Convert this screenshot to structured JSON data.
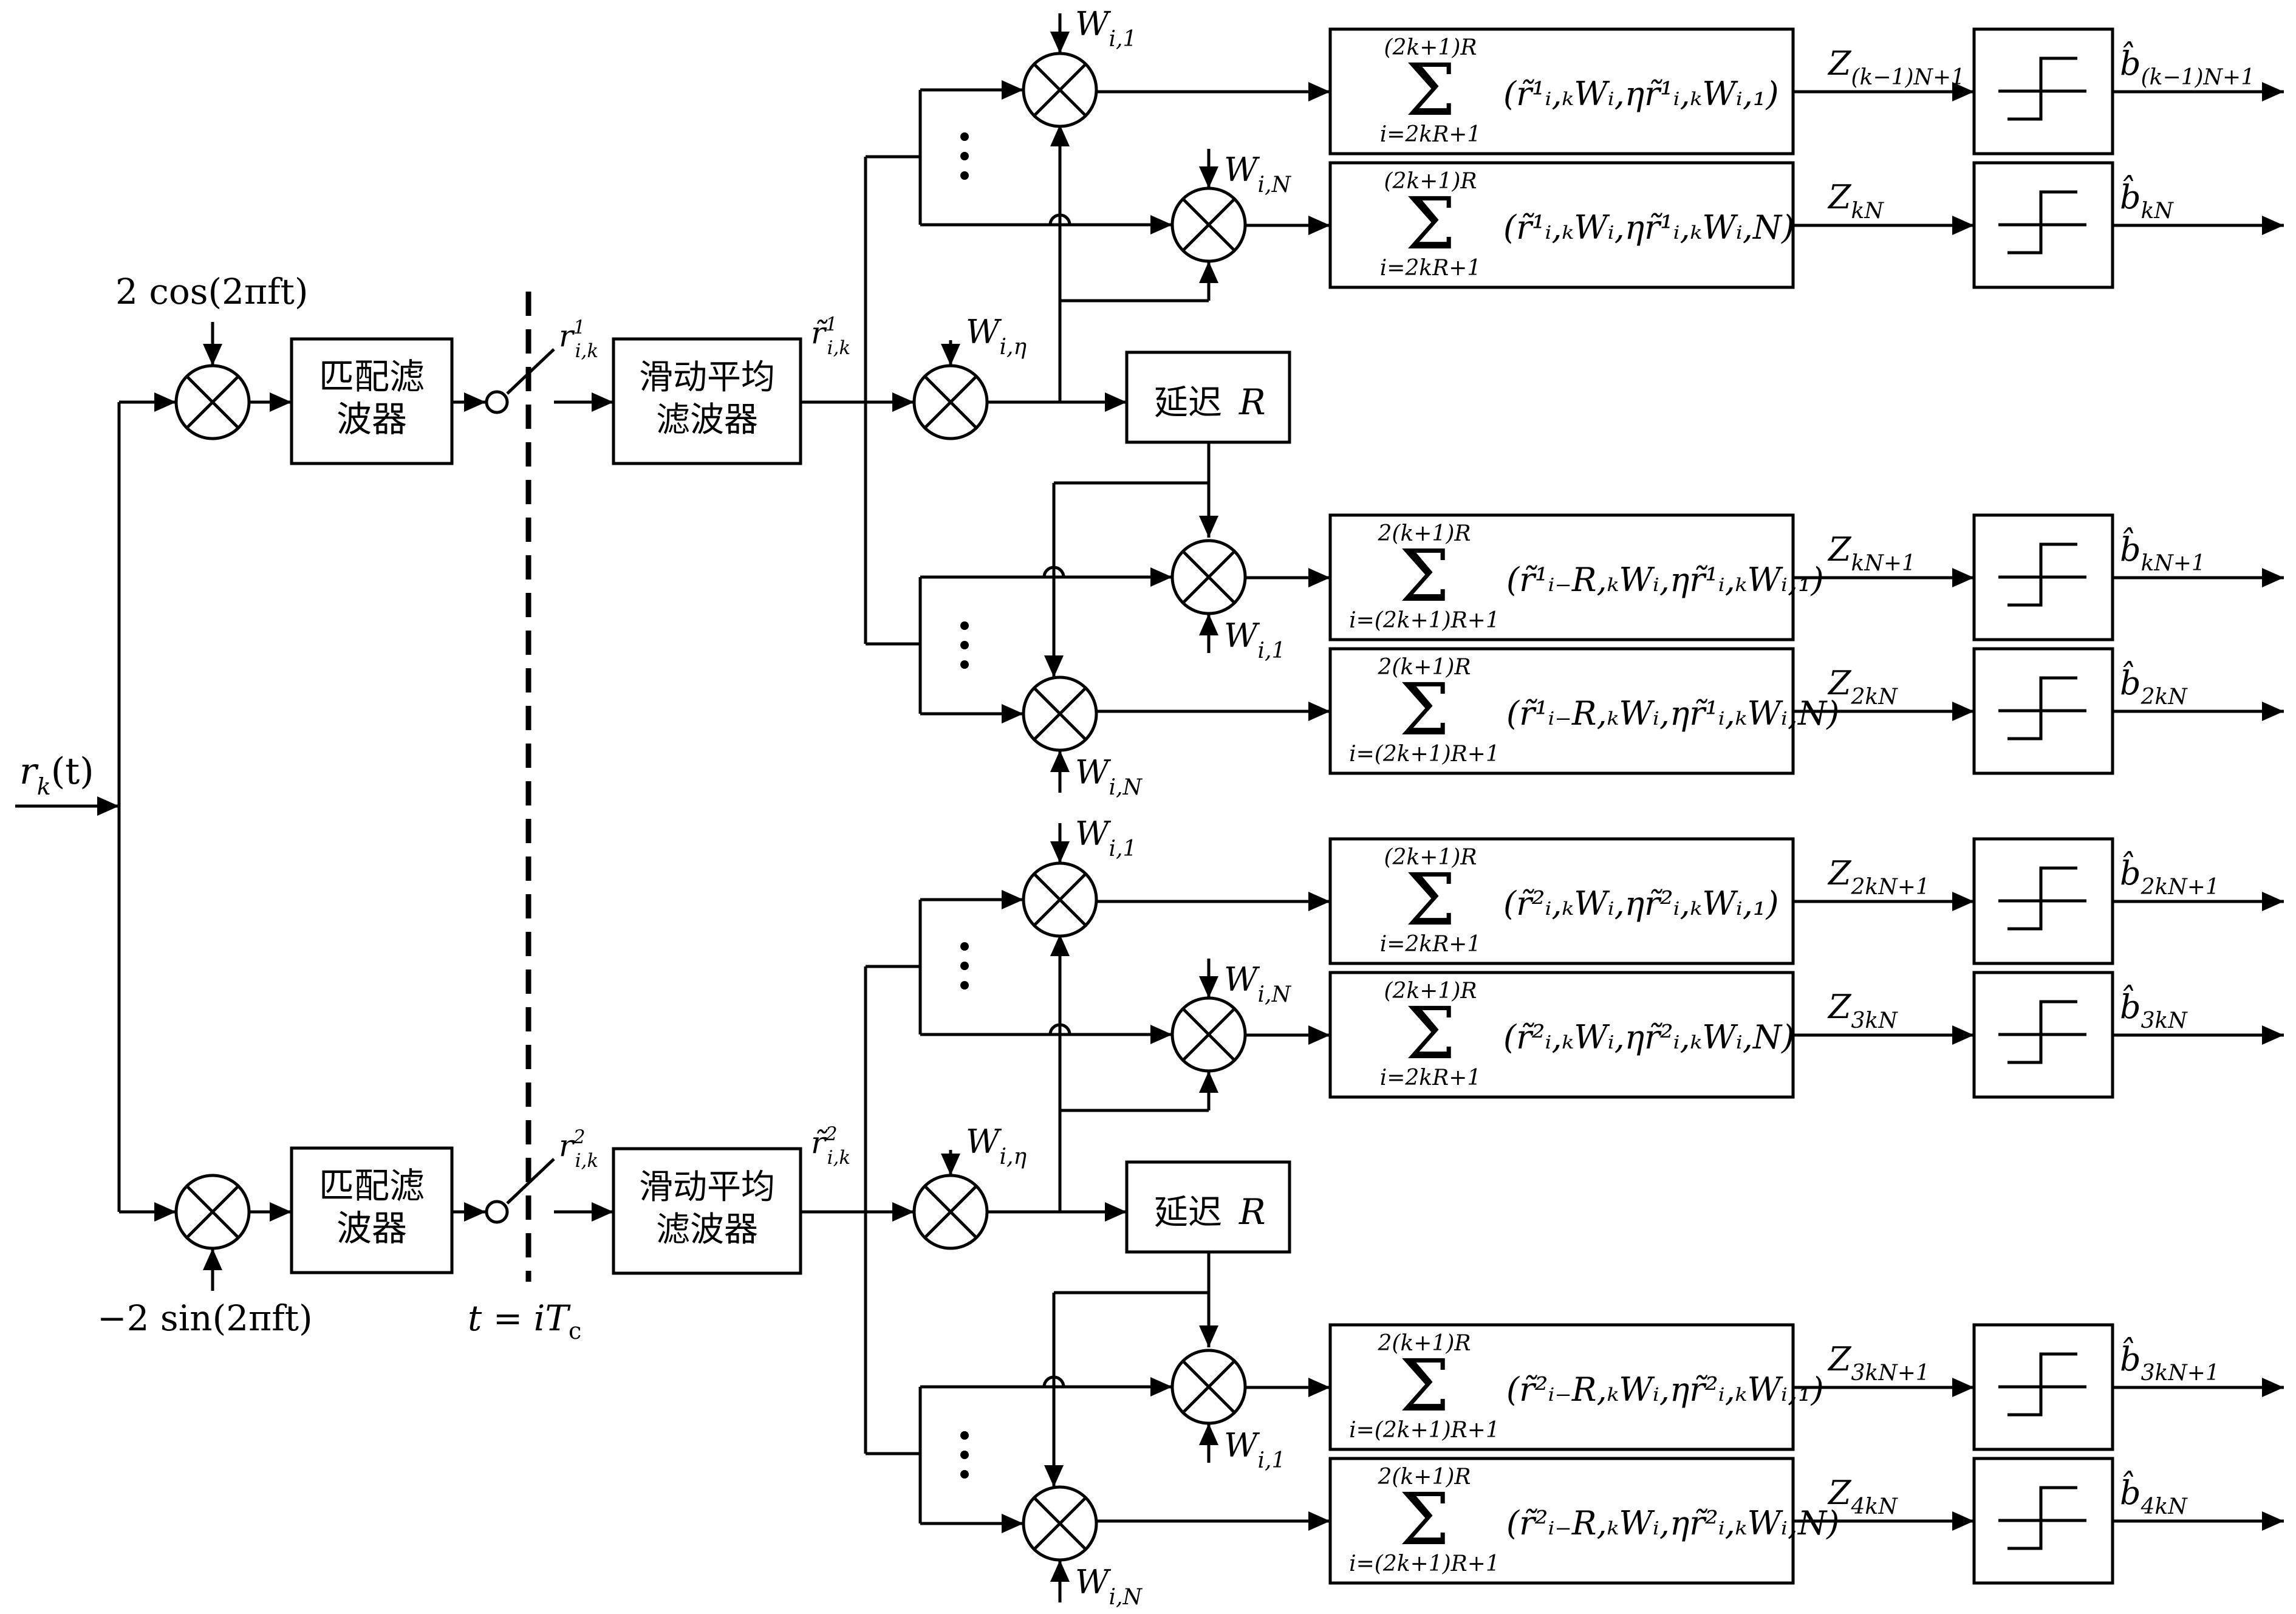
{
  "input": {
    "signal": "r",
    "signal_sub": "k",
    "signal_arg": "(t)"
  },
  "carriers": {
    "cos": "2 cos(2πft)",
    "sin": "−2 sin(2πft)"
  },
  "sampler": {
    "label": "t = iT",
    "label_sub": "c"
  },
  "blocks": {
    "matched_filter_line1": "匹配滤",
    "matched_filter_line2": "波器",
    "moving_avg_line1": "滑动平均",
    "moving_avg_line2": "滤波器",
    "delay": "延迟",
    "delay_var": "R"
  },
  "weights": {
    "w1": "W",
    "w1_sub": "i,1",
    "wN": "W",
    "wN_sub": "i,N",
    "weta": "W",
    "weta_sub": "i,η"
  },
  "branches": [
    {
      "sample": "r",
      "sample_sub": "i,k",
      "sample_sup": "1",
      "filtered": "r̃",
      "filtered_sub": "i,k",
      "filtered_sup": "1",
      "rows": [
        {
          "sum_top": "(2k+1)R",
          "sum_bottom": "i=2kR+1",
          "expr": "(r̃¹ᵢ,ₖWᵢ,ηr̃¹ᵢ,ₖWᵢ,₁)",
          "z": "Z",
          "z_sub": "(k−1)N+1",
          "b": "b̂",
          "b_sub": "(k−1)N+1"
        },
        {
          "sum_top": "(2k+1)R",
          "sum_bottom": "i=2kR+1",
          "expr": "(r̃¹ᵢ,ₖWᵢ,ηr̃¹ᵢ,ₖWᵢ,N)",
          "z": "Z",
          "z_sub": "kN",
          "b": "b̂",
          "b_sub": "kN"
        },
        {
          "sum_top": "2(k+1)R",
          "sum_bottom": "i=(2k+1)R+1",
          "expr": "(r̃¹ᵢ₋R,ₖWᵢ,ηr̃¹ᵢ,ₖWᵢ,₁)",
          "z": "Z",
          "z_sub": "kN+1",
          "b": "b̂",
          "b_sub": "kN+1"
        },
        {
          "sum_top": "2(k+1)R",
          "sum_bottom": "i=(2k+1)R+1",
          "expr": "(r̃¹ᵢ₋R,ₖWᵢ,ηr̃¹ᵢ,ₖWᵢ,N)",
          "z": "Z",
          "z_sub": "2kN",
          "b": "b̂",
          "b_sub": "2kN"
        }
      ]
    },
    {
      "sample": "r",
      "sample_sub": "i,k",
      "sample_sup": "2",
      "filtered": "r̃",
      "filtered_sub": "i,k",
      "filtered_sup": "2",
      "rows": [
        {
          "sum_top": "(2k+1)R",
          "sum_bottom": "i=2kR+1",
          "expr": "(r̃²ᵢ,ₖWᵢ,ηr̃²ᵢ,ₖWᵢ,₁)",
          "z": "Z",
          "z_sub": "2kN+1",
          "b": "b̂",
          "b_sub": "2kN+1"
        },
        {
          "sum_top": "(2k+1)R",
          "sum_bottom": "i=2kR+1",
          "expr": "(r̃²ᵢ,ₖWᵢ,ηr̃²ᵢ,ₖWᵢ,N)",
          "z": "Z",
          "z_sub": "3kN",
          "b": "b̂",
          "b_sub": "3kN"
        },
        {
          "sum_top": "2(k+1)R",
          "sum_bottom": "i=(2k+1)R+1",
          "expr": "(r̃²ᵢ₋R,ₖWᵢ,ηr̃²ᵢ,ₖWᵢ,₁)",
          "z": "Z",
          "z_sub": "3kN+1",
          "b": "b̂",
          "b_sub": "3kN+1"
        },
        {
          "sum_top": "2(k+1)R",
          "sum_bottom": "i=(2k+1)R+1",
          "expr": "(r̃²ᵢ₋R,ₖWᵢ,ηr̃²ᵢ,ₖWᵢ,N)",
          "z": "Z",
          "z_sub": "4kN",
          "b": "b̂",
          "b_sub": "4kN"
        }
      ]
    }
  ]
}
